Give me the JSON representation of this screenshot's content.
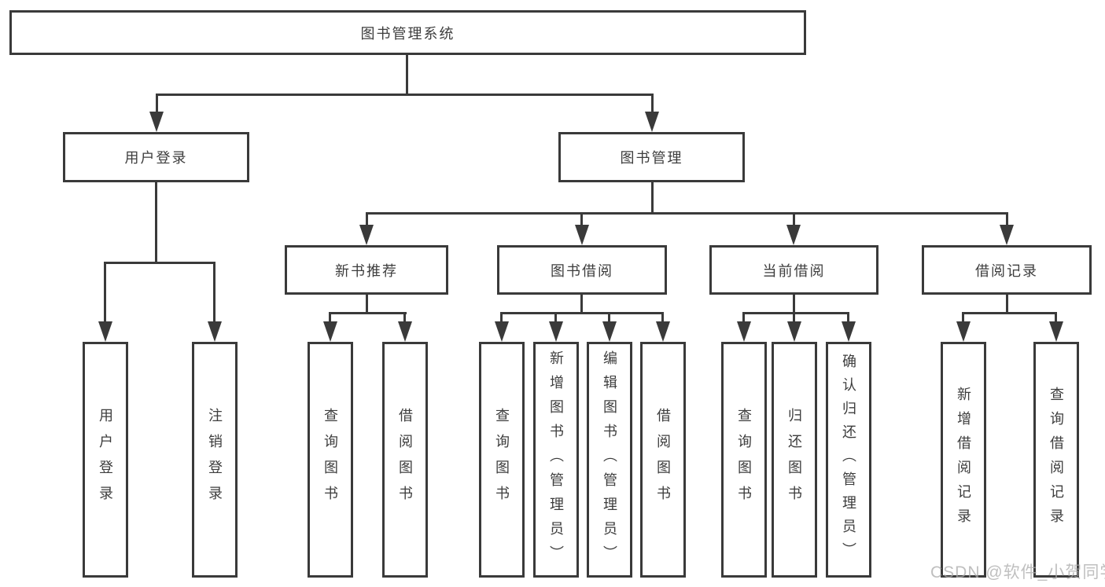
{
  "title": "图书管理系统",
  "watermark": "CSDN @软件_小贺同学",
  "colors": {
    "line": "#3a3a3a",
    "text": "#3d3d3d",
    "watermark": "#aaaaaa",
    "background": "#ffffff"
  },
  "tree": {
    "root": "图书管理系统",
    "branches": [
      {
        "label": "用户登录",
        "children": [
          "用户登录",
          "注销登录"
        ]
      },
      {
        "label": "图书管理",
        "children": [
          {
            "label": "新书推荐",
            "children": [
              "查询图书",
              "借阅图书"
            ]
          },
          {
            "label": "图书借阅",
            "children": [
              "查询图书",
              "新增图书（管理员）",
              "编辑图书（管理员）",
              "借阅图书"
            ]
          },
          {
            "label": "当前借阅",
            "children": [
              "查询图书",
              "归还图书",
              "确认归还（管理员）"
            ]
          },
          {
            "label": "借阅记录",
            "children": [
              "新增借阅记录",
              "查询借阅记录"
            ]
          }
        ]
      }
    ]
  }
}
